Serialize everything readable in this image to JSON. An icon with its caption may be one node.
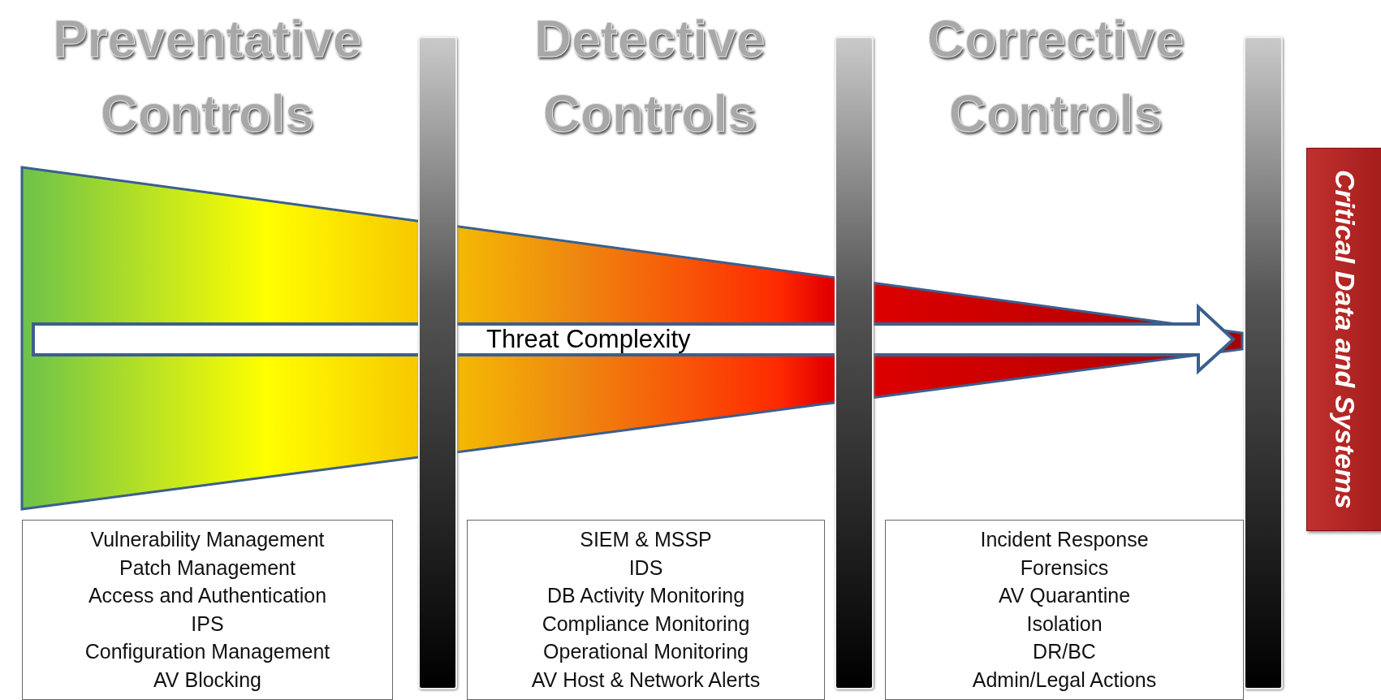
{
  "diagram": {
    "nodes": [
      {
        "text": [
          "Vulnerability Management",
          "Patch Management",
          "Access and Authentication",
          "IPS",
          "Configuration Management",
          "AV Blocking"
        ]
      },
      {
        "text": [
          "SIEM & MSSP",
          "IDS",
          "DB Activity Monitoring",
          "Compliance Monitoring",
          "Operational Monitoring",
          "AV Host & Network Alerts"
        ]
      },
      {
        "text": [
          "Incident Response",
          "Forensics",
          "AV Quarantine",
          "Isolation",
          "DR/BC",
          "Admin/Legal Actions"
        ]
      },
      {
        "text": [
          "Critical Data and Systems"
        ]
      },
      {
        "text": [],
        "shape": "bar"
      },
      {
        "text": [],
        "shape": "bar"
      },
      {
        "text": [],
        "shape": "bar"
      }
    ],
    "labels": [
      "Preventative Controls",
      "Detective Controls",
      "Corrective Controls",
      "Threat Complexity"
    ]
  }
}
